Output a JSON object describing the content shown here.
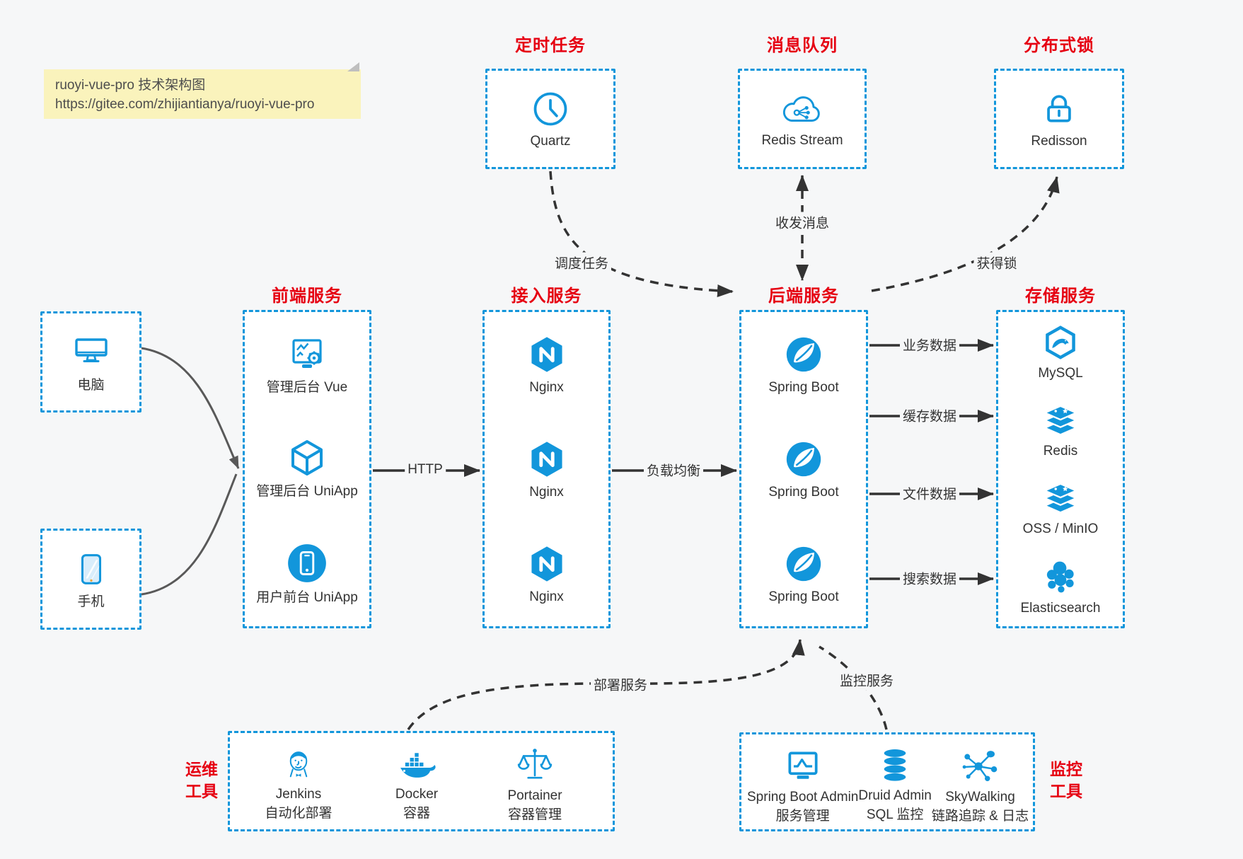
{
  "colors": {
    "accent_blue": "#1296db",
    "accent_red": "#e60012",
    "arrow_dark": "#333333",
    "arrow_gray": "#595959",
    "note_bg": "#faf3bc",
    "canvas_bg": "#f6f7f8"
  },
  "note": {
    "line1": "ruoyi-vue-pro 技术架构图",
    "line2": "https://gitee.com/zhijiantianya/ruoyi-vue-pro"
  },
  "top_services": [
    {
      "title": "定时任务",
      "label": "Quartz",
      "icon": "clock-icon"
    },
    {
      "title": "消息队列",
      "label": "Redis Stream",
      "icon": "cloud-stream-icon"
    },
    {
      "title": "分布式锁",
      "label": "Redisson",
      "icon": "lock-icon"
    }
  ],
  "clients": [
    {
      "label": "电脑",
      "icon": "desktop-icon"
    },
    {
      "label": "手机",
      "icon": "smartphone-icon"
    }
  ],
  "frontend": {
    "title": "前端服务",
    "items": [
      {
        "label": "管理后台 Vue",
        "icon": "admin-vue-icon"
      },
      {
        "label": "管理后台 UniApp",
        "icon": "uniapp-cube-icon"
      },
      {
        "label": "用户前台 UniApp",
        "icon": "user-app-icon"
      }
    ]
  },
  "gateway": {
    "title": "接入服务",
    "items": [
      {
        "label": "Nginx",
        "icon": "nginx-icon"
      },
      {
        "label": "Nginx",
        "icon": "nginx-icon"
      },
      {
        "label": "Nginx",
        "icon": "nginx-icon"
      }
    ]
  },
  "backend": {
    "title": "后端服务",
    "items": [
      {
        "label": "Spring Boot",
        "icon": "spring-icon"
      },
      {
        "label": "Spring Boot",
        "icon": "spring-icon"
      },
      {
        "label": "Spring Boot",
        "icon": "spring-icon"
      }
    ]
  },
  "storage": {
    "title": "存储服务",
    "items": [
      {
        "label": "MySQL",
        "icon": "mysql-icon"
      },
      {
        "label": "Redis",
        "icon": "redis-icon"
      },
      {
        "label": "OSS / MinIO",
        "icon": "oss-icon"
      },
      {
        "label": "Elasticsearch",
        "icon": "elasticsearch-icon"
      }
    ]
  },
  "ops": {
    "title_line1": "运维",
    "title_line2": "工具",
    "items": [
      {
        "label": "Jenkins",
        "sublabel": "自动化部署",
        "icon": "jenkins-icon"
      },
      {
        "label": "Docker",
        "sublabel": "容器",
        "icon": "docker-icon"
      },
      {
        "label": "Portainer",
        "sublabel": "容器管理",
        "icon": "portainer-icon"
      }
    ]
  },
  "monitoring": {
    "title_line1": "监控",
    "title_line2": "工具",
    "items": [
      {
        "label": "Spring Boot Admin",
        "sublabel": "服务管理",
        "icon": "springadmin-icon"
      },
      {
        "label": "Druid Admin",
        "sublabel": "SQL 监控",
        "icon": "druid-icon"
      },
      {
        "label": "SkyWalking",
        "sublabel": "链路追踪 & 日志",
        "icon": "skywalking-icon"
      }
    ]
  },
  "edge_labels": {
    "http": "HTTP",
    "load_balance": "负载均衡",
    "schedule": "调度任务",
    "messaging": "收发消息",
    "lock": "获得锁",
    "business_data": "业务数据",
    "cache_data": "缓存数据",
    "file_data": "文件数据",
    "search_data": "搜索数据",
    "deploy": "部署服务",
    "monitor": "监控服务"
  }
}
